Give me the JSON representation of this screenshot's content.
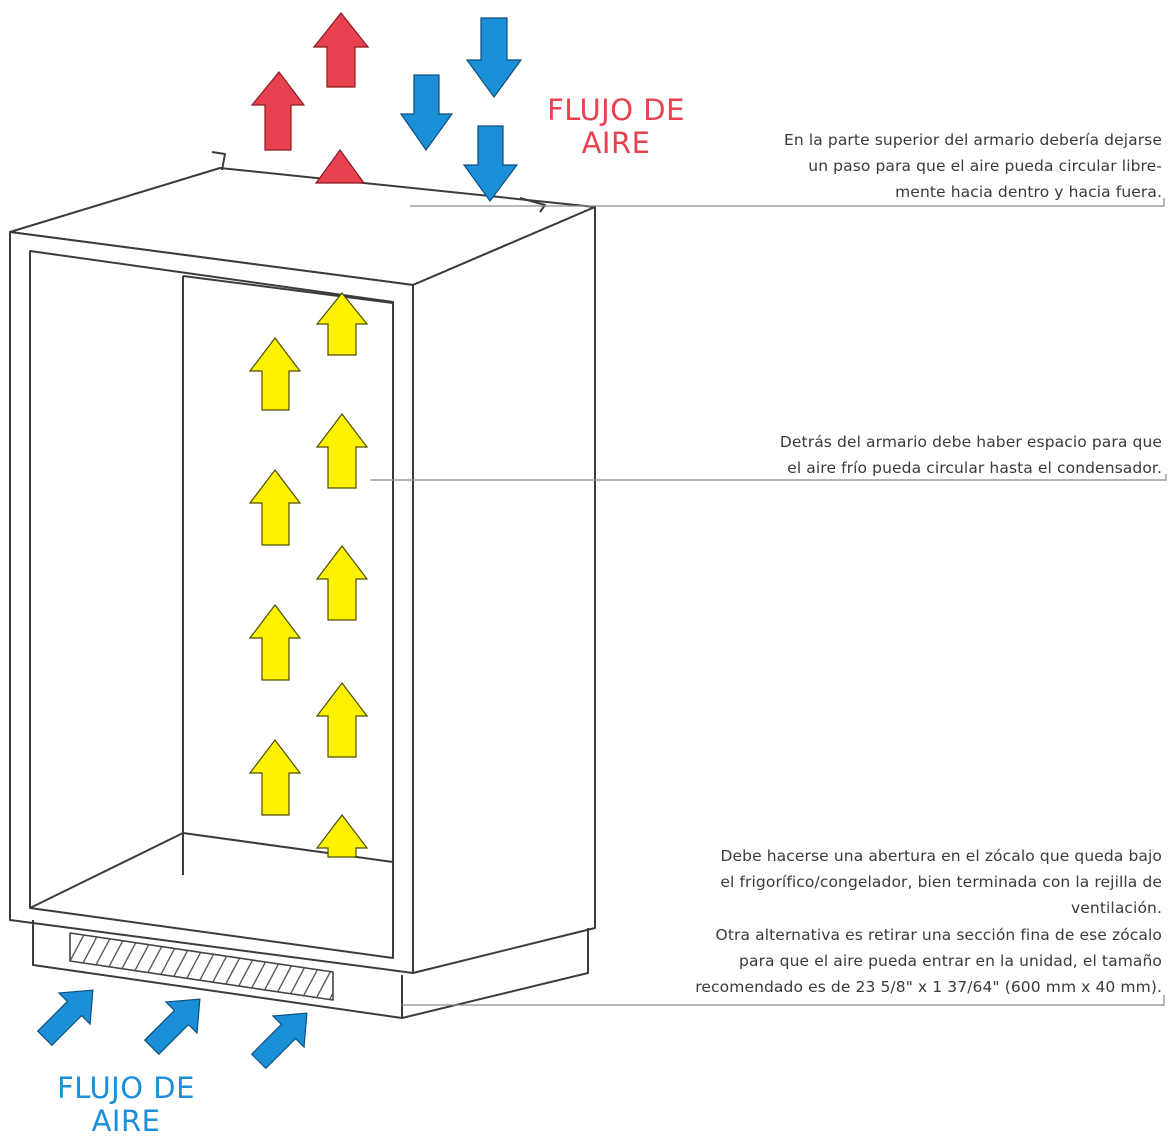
{
  "labels": {
    "top": [
      "FLUJO DE",
      "AIRE"
    ],
    "bottom": [
      "FLUJO DE",
      "AIRE"
    ]
  },
  "notes": {
    "top": [
      "En la parte superior del armario debería dejarse",
      "un paso para que el aire pueda circular libre-",
      "mente hacia dentro y hacia fuera."
    ],
    "middle": [
      "Detrás del armario debe haber espacio para que",
      "el aire frío pueda circular hasta el condensador."
    ],
    "bottom_a": [
      "Debe hacerse una abertura en el zócalo que queda bajo",
      "el frigorífico/congelador, bien terminada con la rejilla de",
      "ventilación."
    ],
    "bottom_b": [
      "Otra alternativa es retirar una sección fina de ese zócalo",
      "para que el aire pueda entrar en la unidad, el tamaño",
      "recomendado es de 23 5/8\" x 1 37/64\" (600 mm x 40 mm)."
    ]
  },
  "colors": {
    "hot": "#e8414f",
    "cold": "#1b8fd8",
    "flow": "#fff200",
    "line": "#3b3b3b",
    "text": "#3a3a3a",
    "label_top": "#e8414f",
    "label_bottom": "#1b8fd8"
  },
  "icons": [
    "arrow-up-red",
    "arrow-down-blue",
    "arrow-up-yellow",
    "arrow-diagonal-blue"
  ]
}
